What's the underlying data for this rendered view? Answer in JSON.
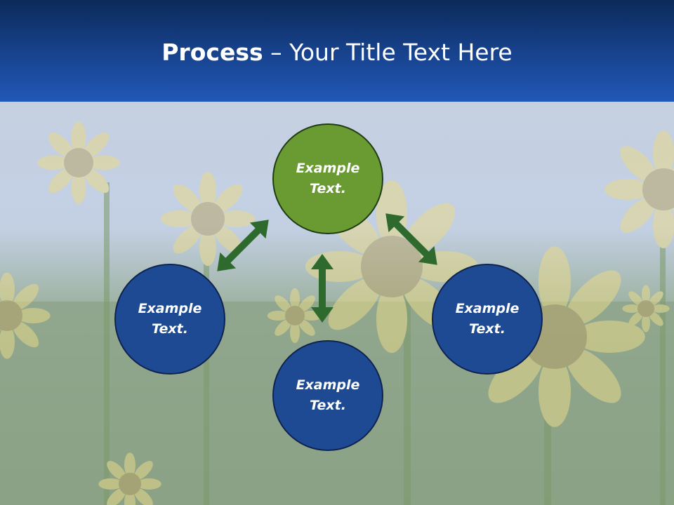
{
  "title": {
    "bold": "Process",
    "rest": " – Your Title Text Here"
  },
  "nodes": {
    "top": {
      "line1": "Example",
      "line2": "Text."
    },
    "left": {
      "line1": "Example",
      "line2": "Text."
    },
    "right": {
      "line1": "Example",
      "line2": "Text."
    },
    "bottom": {
      "line1": "Example",
      "line2": "Text."
    }
  },
  "colors": {
    "header_top": "#0c2a5a",
    "header_bottom": "#2158b8",
    "node_blue": "#1d4a93",
    "node_green": "#6a9a32",
    "arrow_green": "#2e6a2e"
  }
}
